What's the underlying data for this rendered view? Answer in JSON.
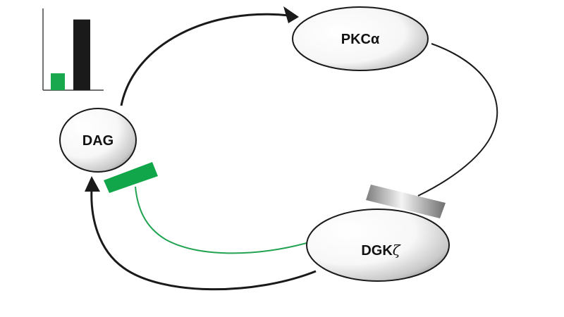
{
  "nodes": {
    "dag": {
      "label": "DAG"
    },
    "pkc": {
      "label": "PKCα"
    },
    "dgk": {
      "label_main": "DGK",
      "label_greek": "ζ"
    }
  },
  "inset_chart": {
    "chart_data": {
      "type": "bar",
      "categories": [
        "",
        ""
      ],
      "values": [
        0.21,
        0.88
      ],
      "colors": [
        "#1aa84f",
        "#1a1a1a"
      ],
      "ylim": [
        0,
        1
      ],
      "title": "",
      "xlabel": "",
      "ylabel": ""
    }
  },
  "colors": {
    "activation": "#1a1a1a",
    "inhibition_active": "#12a64a",
    "inhibition_inactive_light": "#f2f2f2",
    "inhibition_inactive_dark": "#7a7a7a",
    "node_light": "#ffffff",
    "node_dark": "#888888"
  }
}
